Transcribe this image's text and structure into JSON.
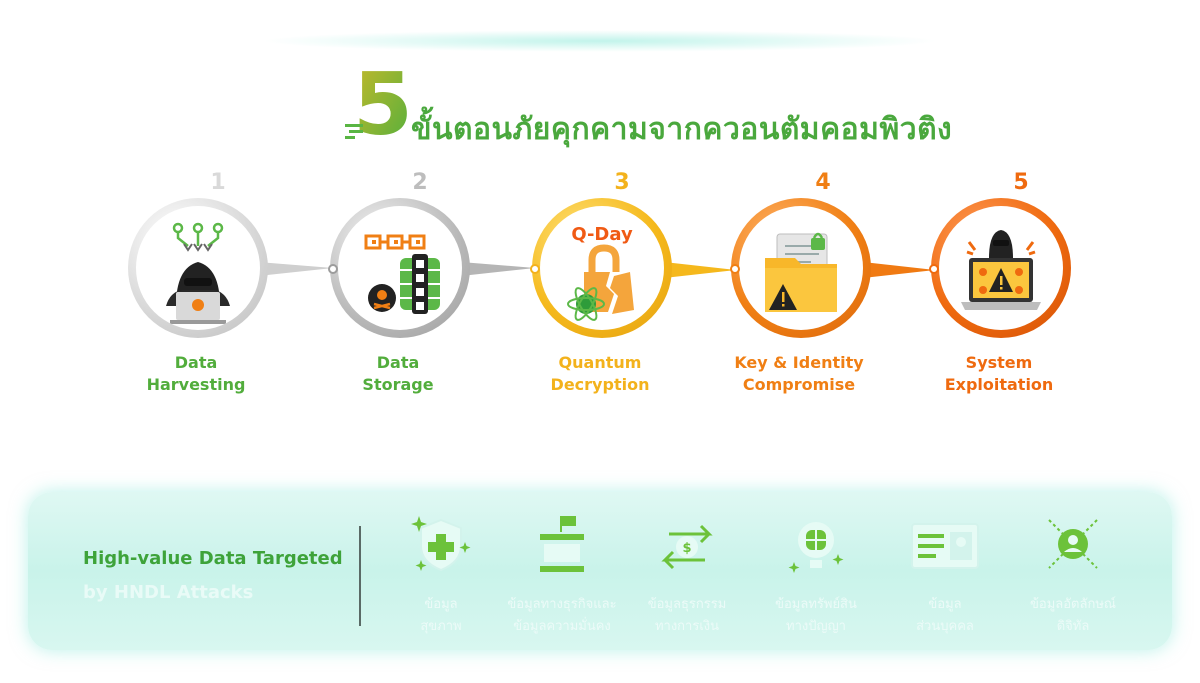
{
  "title": {
    "number": "5",
    "text": "ขั้นตอนภัยคุกคามจากควอนตัมคอมพิวติง"
  },
  "steps": [
    {
      "number": "1",
      "line1": "Data",
      "line2": "Harvesting",
      "color": "#52ad3c",
      "num_color": "#d9d9d9",
      "icon": "hacker-laptop-icon"
    },
    {
      "number": "2",
      "line1": "Data",
      "line2": "Storage",
      "color": "#52ad3c",
      "num_color": "#bdbdbd",
      "icon": "database-server-icon"
    },
    {
      "number": "3",
      "line1": "Quantum",
      "line2": "Decryption",
      "color": "#f3b21c",
      "num_color": "#f3b21c",
      "icon": "broken-lock-icon",
      "badge": "Q-Day"
    },
    {
      "number": "4",
      "line1": "Key & Identity",
      "line2": "Compromise",
      "color": "#f07f14",
      "num_color": "#f07f14",
      "icon": "warning-folder-icon"
    },
    {
      "number": "5",
      "line1": "System",
      "line2": "Exploitation",
      "color": "#ef6a0f",
      "num_color": "#ef6a0f",
      "icon": "hacked-laptop-icon"
    }
  ],
  "panel": {
    "title": "High-value Data Targeted",
    "subtitle": "by HNDL Attacks",
    "targets": [
      {
        "line1": "ข้อมูล",
        "line2": "สุขภาพ",
        "icon": "health-shield-icon"
      },
      {
        "line1": "ข้อมูลทางธุรกิจและ",
        "line2": "ข้อมูลความมั่นคง",
        "icon": "government-building-icon"
      },
      {
        "line1": "ข้อมูลธุรกรรม",
        "line2": "ทางการเงิน",
        "icon": "financial-transfer-icon"
      },
      {
        "line1": "ข้อมูลทรัพย์สิน",
        "line2": "ทางปัญญา",
        "icon": "intellectual-property-icon"
      },
      {
        "line1": "ข้อมูล",
        "line2": "ส่วนบุคคล",
        "icon": "personal-id-card-icon"
      },
      {
        "line1": "ข้อมูลอัตลักษณ์",
        "line2": "ดิจิทัล",
        "icon": "digital-identity-icon"
      }
    ]
  }
}
